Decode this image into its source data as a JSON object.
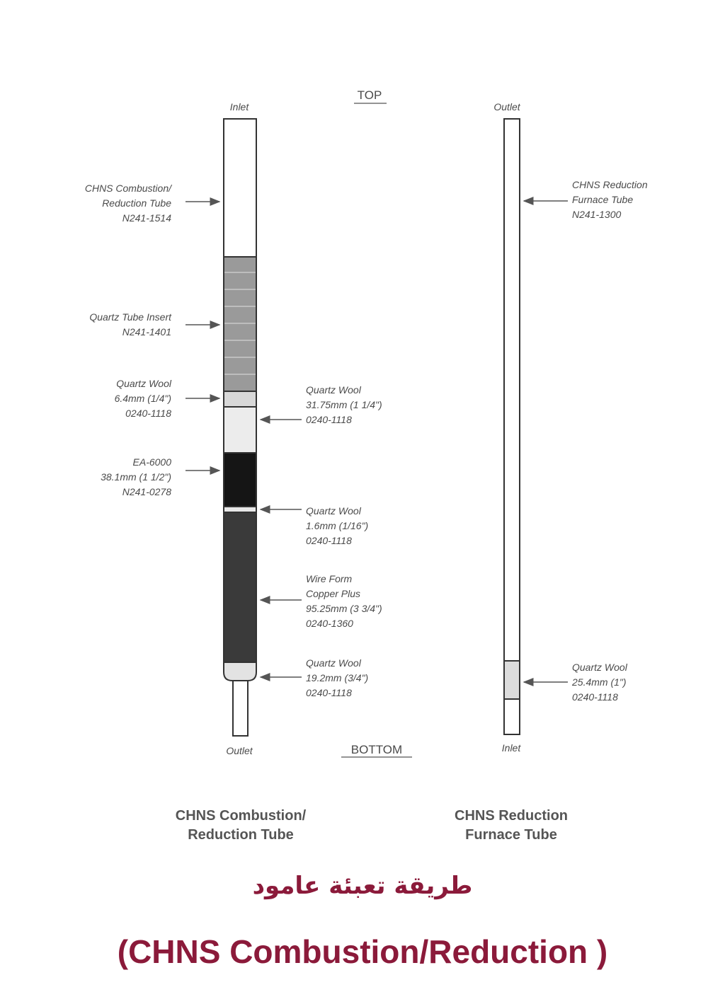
{
  "header": {
    "top": "TOP",
    "bottom": "BOTTOM"
  },
  "left_tube": {
    "inlet": "Inlet",
    "outlet": "Outlet",
    "caption": [
      "CHNS Combustion/",
      "Reduction Tube"
    ],
    "labels": {
      "combustion_tube": [
        "CHNS Combustion/",
        "Reduction Tube",
        "N241-1514"
      ],
      "quartz_insert": [
        "Quartz Tube Insert",
        "N241-1401"
      ],
      "quartz_wool_small": [
        "Quartz Wool",
        "6.4mm (1/4\")",
        "0240-1118"
      ],
      "ea6000": [
        "EA-6000",
        "38.1mm (1 1/2\")",
        "N241-0278"
      ],
      "quartz_wool_3175": [
        "Quartz Wool",
        "31.75mm (1 1/4\")",
        "0240-1118"
      ],
      "quartz_wool_16": [
        "Quartz Wool",
        "1.6mm (1/16\")",
        "0240-1118"
      ],
      "copper": [
        "Wire Form",
        "Copper Plus",
        "95.25mm (3 3/4\")",
        "0240-1360"
      ],
      "quartz_wool_192": [
        "Quartz Wool",
        "19.2mm (3/4\")",
        "0240-1118"
      ]
    }
  },
  "right_tube": {
    "outlet": "Outlet",
    "inlet": "Inlet",
    "caption": [
      "CHNS Reduction",
      "Furnace Tube"
    ],
    "labels": {
      "furnace_tube": [
        "CHNS Reduction",
        "Furnace Tube",
        "N241-1300"
      ],
      "quartz_wool_254": [
        "Quartz Wool",
        "25.4mm (1\")",
        "0240-1118"
      ]
    }
  },
  "titles": {
    "arabic": "طريقة تعبئة عامود",
    "english": "(CHNS Combustion/Reduction )"
  },
  "colors": {
    "title": "#8b1a3a",
    "ea6000": "#151515",
    "copper": "#3a3a3a"
  }
}
